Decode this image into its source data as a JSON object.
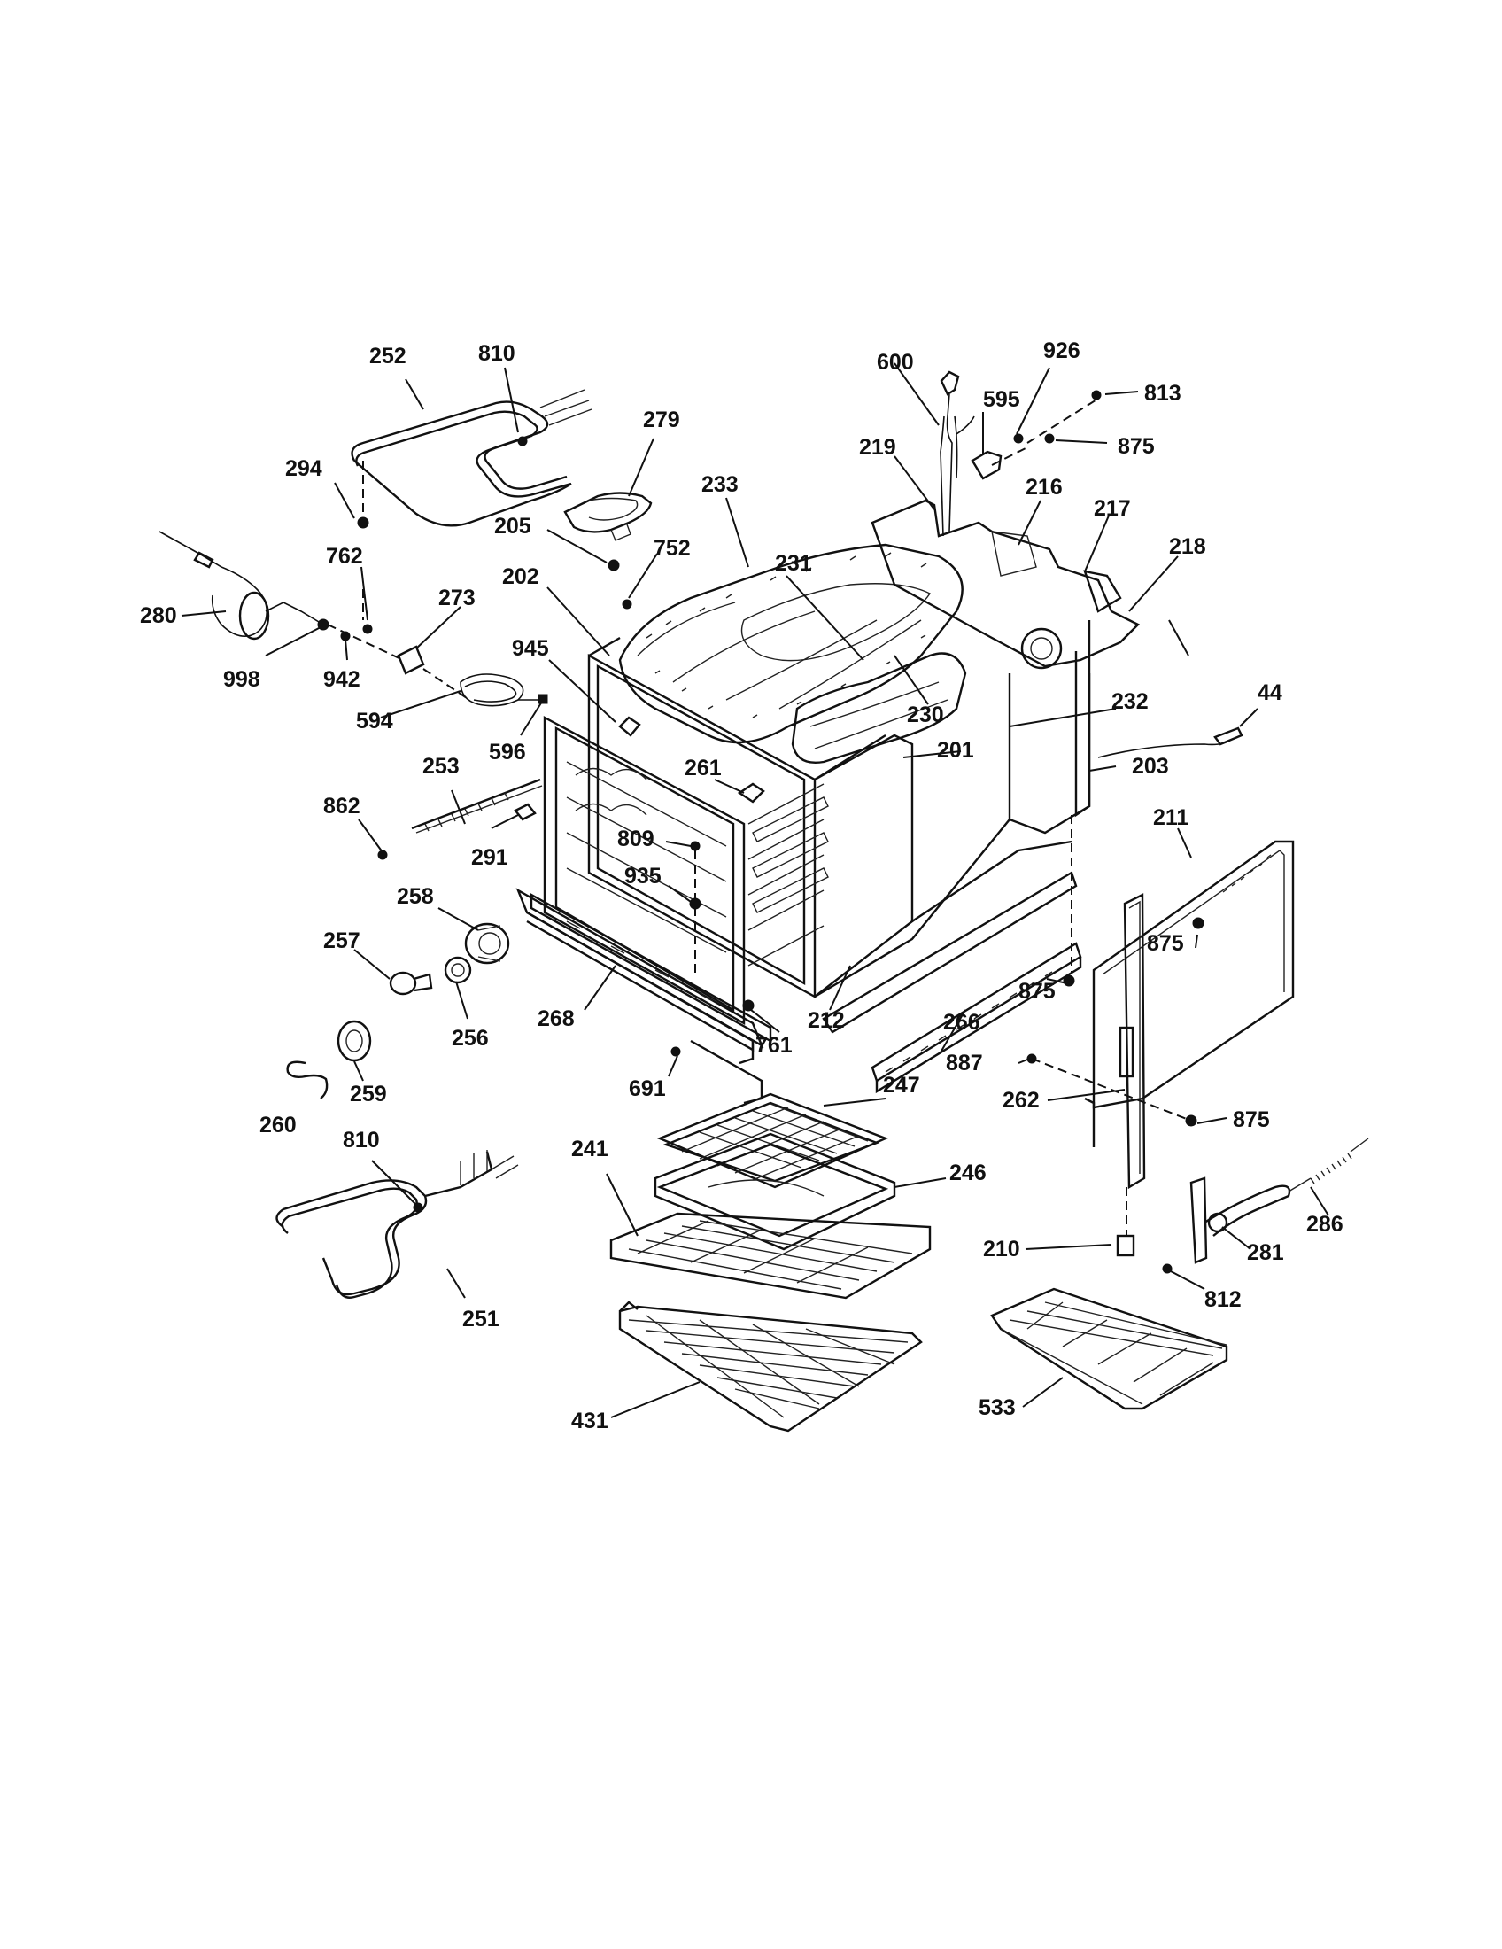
{
  "diagram": {
    "labels": [
      "252",
      "810",
      "279",
      "600",
      "595",
      "926",
      "813",
      "875",
      "294",
      "205",
      "752",
      "233",
      "219",
      "216",
      "217",
      "218",
      "762",
      "273",
      "202",
      "231",
      "280",
      "998",
      "942",
      "945",
      "594",
      "596",
      "230",
      "232",
      "44",
      "253",
      "261",
      "201",
      "203",
      "862",
      "291",
      "809",
      "935",
      "258",
      "211",
      "257",
      "256",
      "268",
      "212",
      "266",
      "691",
      "761",
      "259",
      "260",
      "887",
      "262",
      "247",
      "810",
      "241",
      "246",
      "286",
      "210",
      "281",
      "251",
      "812",
      "431",
      "533"
    ]
  }
}
